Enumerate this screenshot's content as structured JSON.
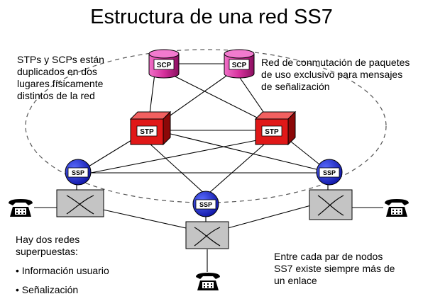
{
  "title": "Estructura de una red SS7",
  "notes": {
    "left": [
      "STPs y SCPs están",
      "duplicados en dos",
      "lugares físicamente",
      "distintos de la red"
    ],
    "right": [
      "Red de conmutación de paquetes",
      "de uso exclusivo para mensajes",
      "de señalización"
    ],
    "bottom_left": {
      "lines": [
        "Hay dos redes",
        "superpuestas:"
      ],
      "bullets": [
        "• Información usuario",
        "• Señalización"
      ]
    },
    "bottom_right": [
      "Entre cada par de nodos",
      "SS7 existe siempre más de",
      "un enlace"
    ]
  },
  "nodes": {
    "scp_label": "SCP",
    "stp_label": "STP",
    "ssp_label": "SSP"
  },
  "colors": {
    "scp": "#d6309c",
    "stp": "#e01818",
    "ssp": "#1020c0",
    "switch": "#c0c0c0",
    "line": "#000000",
    "dashed": "#555555"
  },
  "icons": [
    "database-icon",
    "cube-icon",
    "circle-icon",
    "switch-icon",
    "telephone-icon"
  ]
}
